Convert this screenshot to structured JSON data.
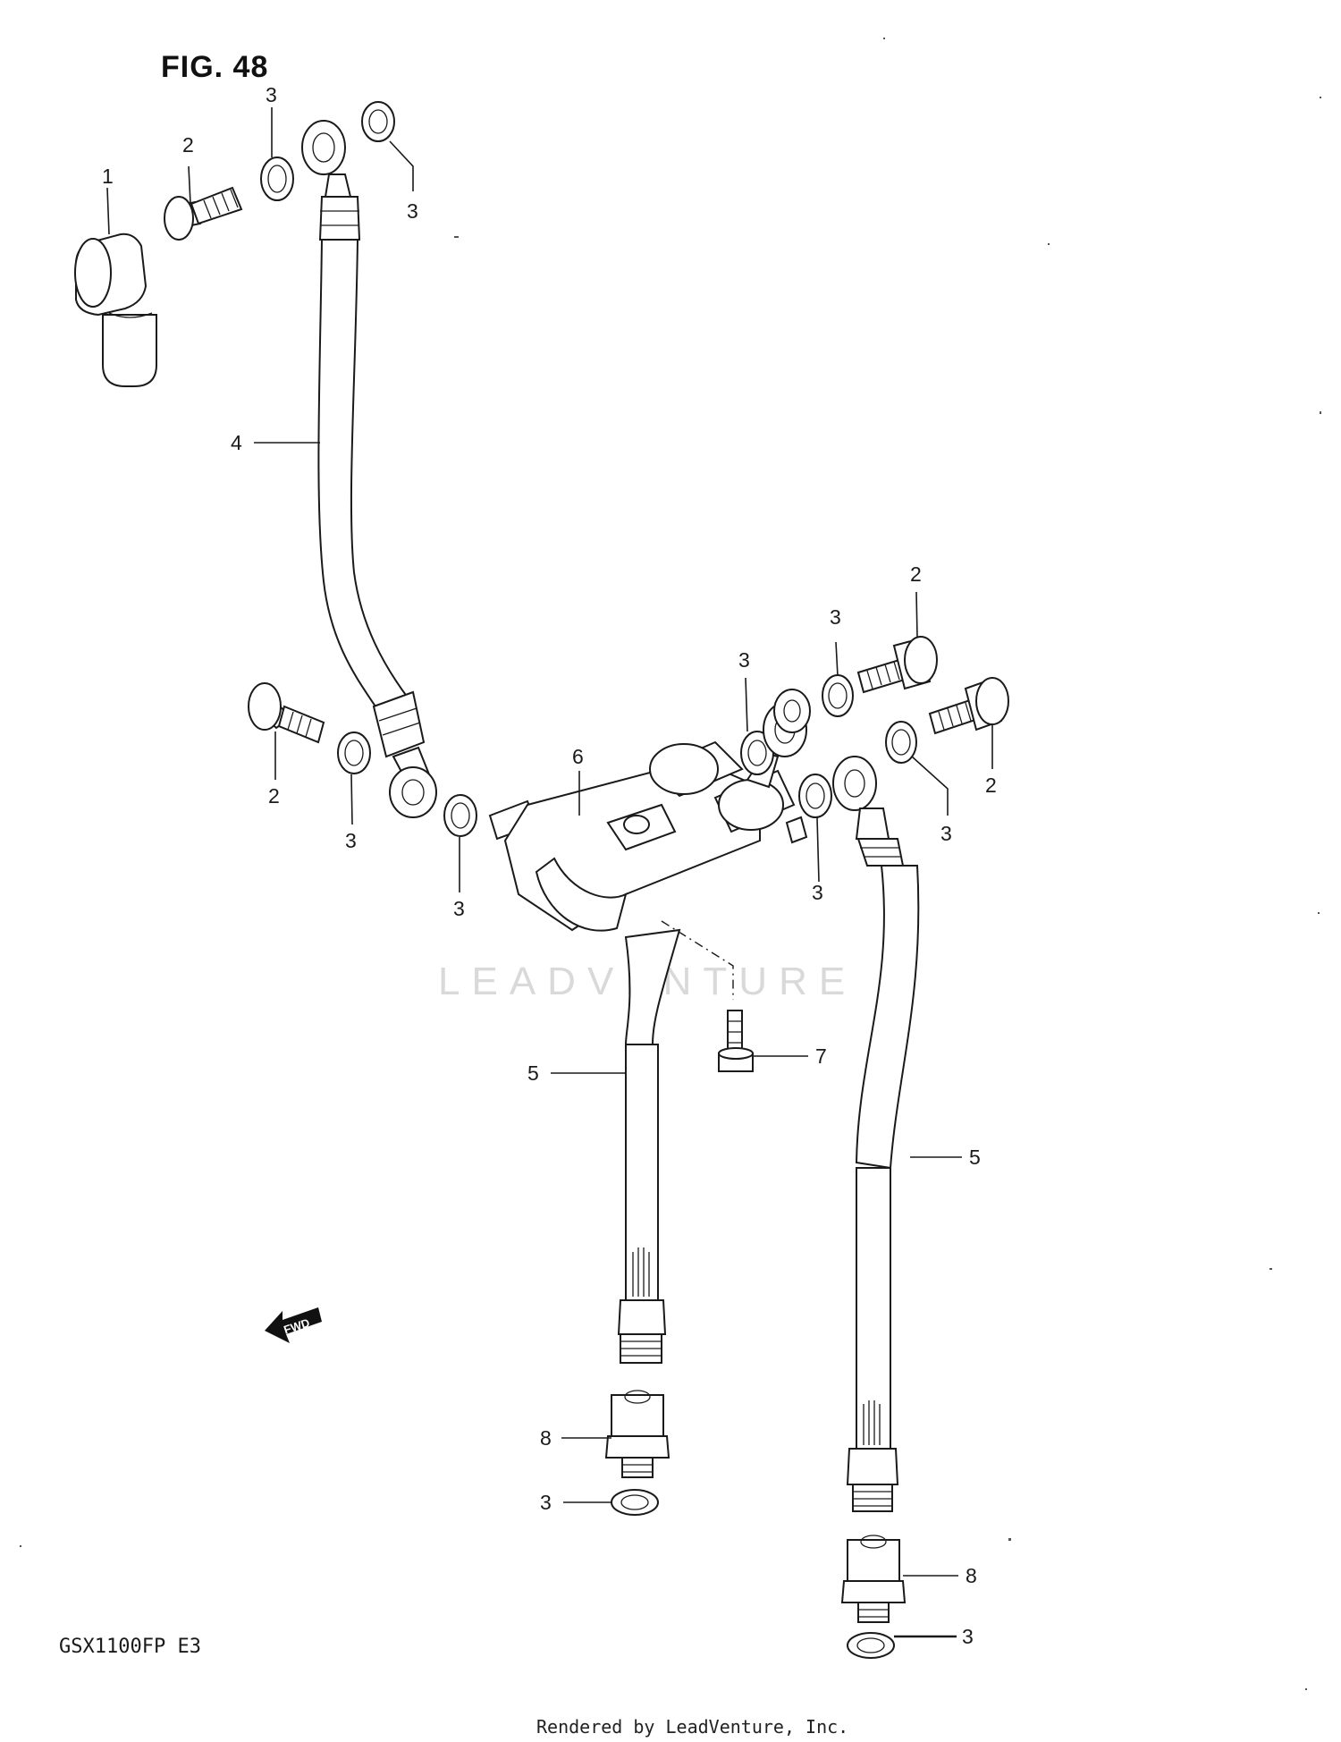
{
  "title": "FIG. 48",
  "model_code": "GSX1100FP  E3",
  "footer": "Rendered by LeadVenture, Inc.",
  "watermark": "LEADVENTURE",
  "fwd_label": "FWD",
  "callouts": {
    "c1": "1",
    "c2a": "2",
    "c3a": "3",
    "c3b": "3",
    "c4": "4",
    "c2b": "2",
    "c3c": "3",
    "c3d": "3",
    "c6": "6",
    "c3e": "3",
    "c3f": "3",
    "c2c": "2",
    "c3g": "3",
    "c2d": "2",
    "c3h": "3",
    "c5a": "5",
    "c7": "7",
    "c5b": "5",
    "c8a": "8",
    "c3i": "3",
    "c8b": "8",
    "c3j": "3"
  }
}
